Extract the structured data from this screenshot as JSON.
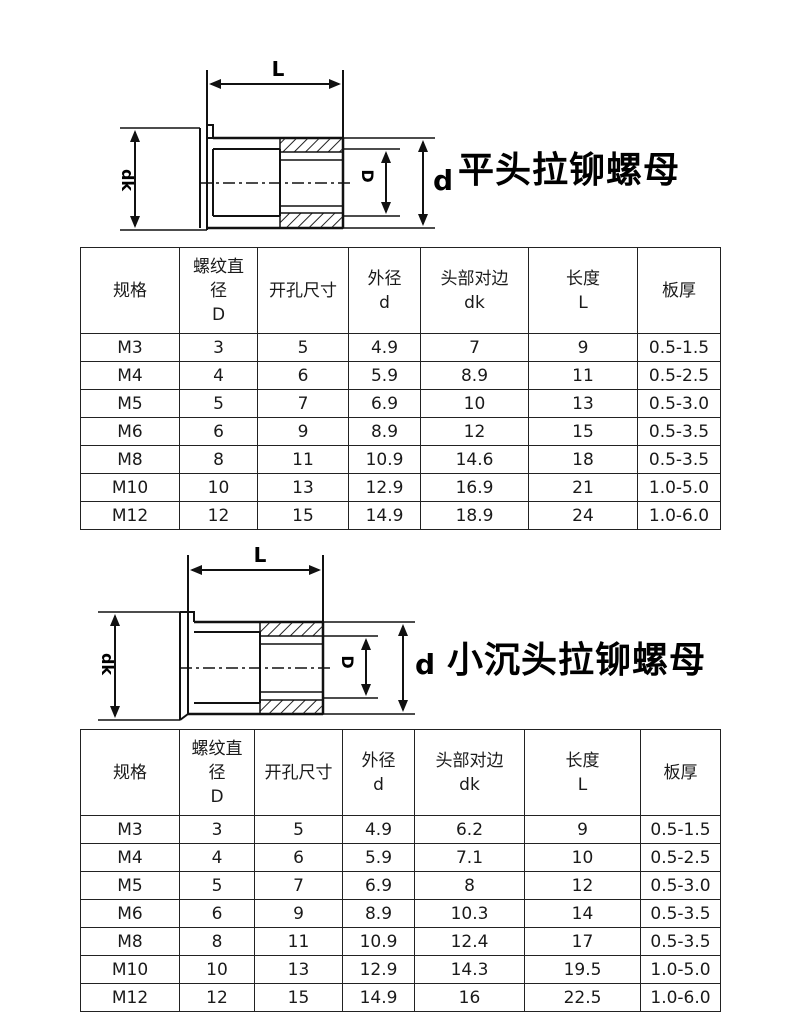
{
  "sections": [
    {
      "title": "平头拉铆螺母",
      "dim_labels": {
        "L": "L",
        "dk": "dk",
        "D": "D",
        "d": "d"
      },
      "headers": [
        {
          "lines": [
            "规格"
          ]
        },
        {
          "lines": [
            "螺纹直",
            "径",
            "D"
          ]
        },
        {
          "lines": [
            "开孔尺寸"
          ]
        },
        {
          "lines": [
            "外径",
            "d"
          ]
        },
        {
          "lines": [
            "头部对边",
            "dk"
          ]
        },
        {
          "lines": [
            "长度",
            "L"
          ]
        },
        {
          "lines": [
            "板厚"
          ]
        }
      ],
      "rows": [
        [
          "M3",
          "3",
          "5",
          "4.9",
          "7",
          "9",
          "0.5-1.5"
        ],
        [
          "M4",
          "4",
          "6",
          "5.9",
          "8.9",
          "11",
          "0.5-2.5"
        ],
        [
          "M5",
          "5",
          "7",
          "6.9",
          "10",
          "13",
          "0.5-3.0"
        ],
        [
          "M6",
          "6",
          "9",
          "8.9",
          "12",
          "15",
          "0.5-3.5"
        ],
        [
          "M8",
          "8",
          "11",
          "10.9",
          "14.6",
          "18",
          "0.5-3.5"
        ],
        [
          "M10",
          "10",
          "13",
          "12.9",
          "16.9",
          "21",
          "1.0-5.0"
        ],
        [
          "M12",
          "12",
          "15",
          "14.9",
          "18.9",
          "24",
          "1.0-6.0"
        ]
      ]
    },
    {
      "title": "小沉头拉铆螺母",
      "dim_labels": {
        "L": "L",
        "dk": "dk",
        "D": "D",
        "d": "d"
      },
      "headers": [
        {
          "lines": [
            "规格"
          ]
        },
        {
          "lines": [
            "螺纹直",
            "径",
            "D"
          ]
        },
        {
          "lines": [
            "开孔尺寸"
          ]
        },
        {
          "lines": [
            "外径",
            "d"
          ]
        },
        {
          "lines": [
            "头部对边",
            "dk"
          ]
        },
        {
          "lines": [
            "长度",
            "L"
          ]
        },
        {
          "lines": [
            "板厚"
          ]
        }
      ],
      "rows": [
        [
          "M3",
          "3",
          "5",
          "4.9",
          "6.2",
          "9",
          "0.5-1.5"
        ],
        [
          "M4",
          "4",
          "6",
          "5.9",
          "7.1",
          "10",
          "0.5-2.5"
        ],
        [
          "M5",
          "5",
          "7",
          "6.9",
          "8",
          "12",
          "0.5-3.0"
        ],
        [
          "M6",
          "6",
          "9",
          "8.9",
          "10.3",
          "14",
          "0.5-3.5"
        ],
        [
          "M8",
          "8",
          "11",
          "10.9",
          "12.4",
          "17",
          "0.5-3.5"
        ],
        [
          "M10",
          "10",
          "13",
          "12.9",
          "14.3",
          "19.5",
          "1.0-5.0"
        ],
        [
          "M12",
          "12",
          "15",
          "14.9",
          "16",
          "22.5",
          "1.0-6.0"
        ]
      ]
    }
  ]
}
